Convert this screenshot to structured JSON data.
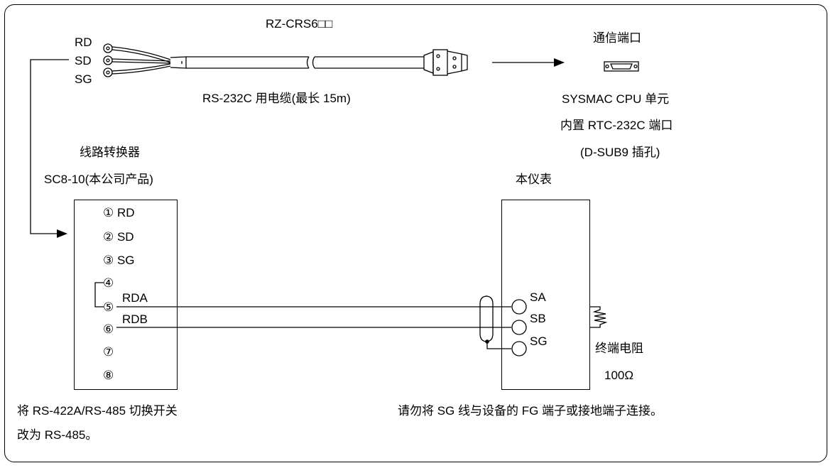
{
  "cable": {
    "model": "RZ-CRS6□□",
    "wire_rd": "RD",
    "wire_sd": "SD",
    "wire_sg": "SG",
    "caption": "RS-232C 用电缆(最长 15m)"
  },
  "host": {
    "port_title": "通信端口",
    "line1": "SYSMAC CPU 单元",
    "line2": "内置 RTC-232C 端口",
    "line3": "(D-SUB9 插孔)"
  },
  "converter": {
    "title": "线路转换器",
    "model": "SC8-10(本公司产品)",
    "terminals": [
      "① RD",
      "② SD",
      "③ SG",
      "④",
      "⑤",
      "⑥",
      "⑦",
      "⑧"
    ],
    "label_rda": "RDA",
    "label_rdb": "RDB",
    "note_line1": "将 RS-422A/RS-485 切换开关",
    "note_line2": "改为 RS-485。"
  },
  "instrument": {
    "title": "本仪表",
    "terminals": [
      "SA",
      "SB",
      "SG"
    ],
    "terminator_label": "终端电阻",
    "terminator_value": "100Ω",
    "note": "请勿将 SG 线与设备的 FG 端子或接地端子连接。"
  }
}
